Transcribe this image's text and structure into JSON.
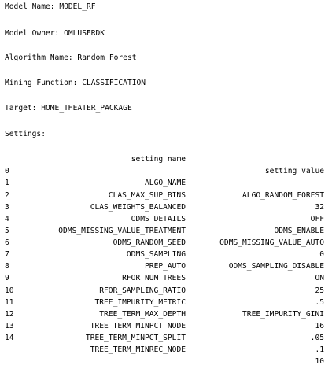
{
  "model": {
    "name_label": "Model Name: ",
    "name": "MODEL_RF",
    "owner_label": "Model Owner: ",
    "owner": "OMLUSERDK",
    "algorithm_label": "Algorithm Name: ",
    "algorithm": "Random Forest",
    "function_label": "Mining Function: ",
    "function": "CLASSIFICATION",
    "target_label": "Target: ",
    "target": "HOME_THEATER_PACKAGE",
    "settings_label": "Settings:"
  },
  "settings_table": {
    "headers": {
      "name": "setting name",
      "value": "setting value"
    },
    "rows": [
      {
        "index": "0",
        "name": "ALGO_NAME",
        "value": "ALGO_RANDOM_FOREST"
      },
      {
        "index": "1",
        "name": "CLAS_MAX_SUP_BINS",
        "value": "32"
      },
      {
        "index": "2",
        "name": "CLAS_WEIGHTS_BALANCED",
        "value": "OFF"
      },
      {
        "index": "3",
        "name": "ODMS_DETAILS",
        "value": "ODMS_ENABLE"
      },
      {
        "index": "4",
        "name": "ODMS_MISSING_VALUE_TREATMENT",
        "value": "ODMS_MISSING_VALUE_AUTO"
      },
      {
        "index": "5",
        "name": "ODMS_RANDOM_SEED",
        "value": "0"
      },
      {
        "index": "6",
        "name": "ODMS_SAMPLING",
        "value": "ODMS_SAMPLING_DISABLE"
      },
      {
        "index": "7",
        "name": "PREP_AUTO",
        "value": "ON"
      },
      {
        "index": "8",
        "name": "RFOR_NUM_TREES",
        "value": "25"
      },
      {
        "index": "9",
        "name": "RFOR_SAMPLING_RATIO",
        "value": ".5"
      },
      {
        "index": "10",
        "name": "TREE_IMPURITY_METRIC",
        "value": "TREE_IMPURITY_GINI"
      },
      {
        "index": "11",
        "name": "TREE_TERM_MAX_DEPTH",
        "value": "16"
      },
      {
        "index": "12",
        "name": "TREE_TERM_MINPCT_NODE",
        "value": ".05"
      },
      {
        "index": "13",
        "name": "TREE_TERM_MINPCT_SPLIT",
        "value": ".1"
      },
      {
        "index": "14",
        "name": "TREE_TERM_MINREC_NODE",
        "value": "10"
      }
    ]
  }
}
